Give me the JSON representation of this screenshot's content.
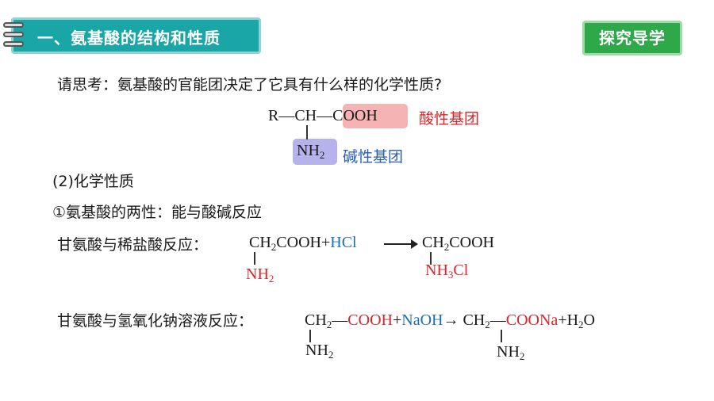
{
  "header": {
    "title": "一、氨基酸的结构和性质",
    "badge": "探究导学"
  },
  "prompt": "请思考：氨基酸的官能团决定了它具有什么样的化学性质?",
  "structure": {
    "r": "R",
    "dash1": "—",
    "ch": "CH",
    "dash2": "—",
    "cooh": "COOH",
    "acid_label": "酸性基团",
    "nh": "NH",
    "nh_sub": "2",
    "base_label": "碱性基团"
  },
  "section": {
    "heading": "(2)化学性质",
    "point": "①氨基酸的两性：能与酸碱反应"
  },
  "reaction1": {
    "label": "甘氨酸与稀盐酸反应：",
    "ch": "CH",
    "ch_sub": "2",
    "cooh": "COOH+",
    "hcl": "HCl",
    "nh": "NH",
    "nh_sub": "2",
    "p_ch": "CH",
    "p_ch_sub": "2",
    "p_cooh": "COOH",
    "p_nh": "NH",
    "p_nh_sub": "3",
    "p_cl": "Cl"
  },
  "reaction2": {
    "label": "甘氨酸与氢氧化钠溶液反应：",
    "ch": "CH",
    "ch_sub": "2",
    "dash": "—",
    "cooh": "COOH",
    "plus": "+",
    "naoh": "NaOH",
    "arrow": "→",
    "p_ch": "CH",
    "p_ch_sub": "2",
    "p_dash": "—",
    "p_coona": "COONa",
    "p_rest": "+H",
    "p_rest_sub": "2",
    "p_o": "O",
    "nh": "NH",
    "nh_sub": "2",
    "p_nh": "NH",
    "p_nh_sub": "2"
  }
}
